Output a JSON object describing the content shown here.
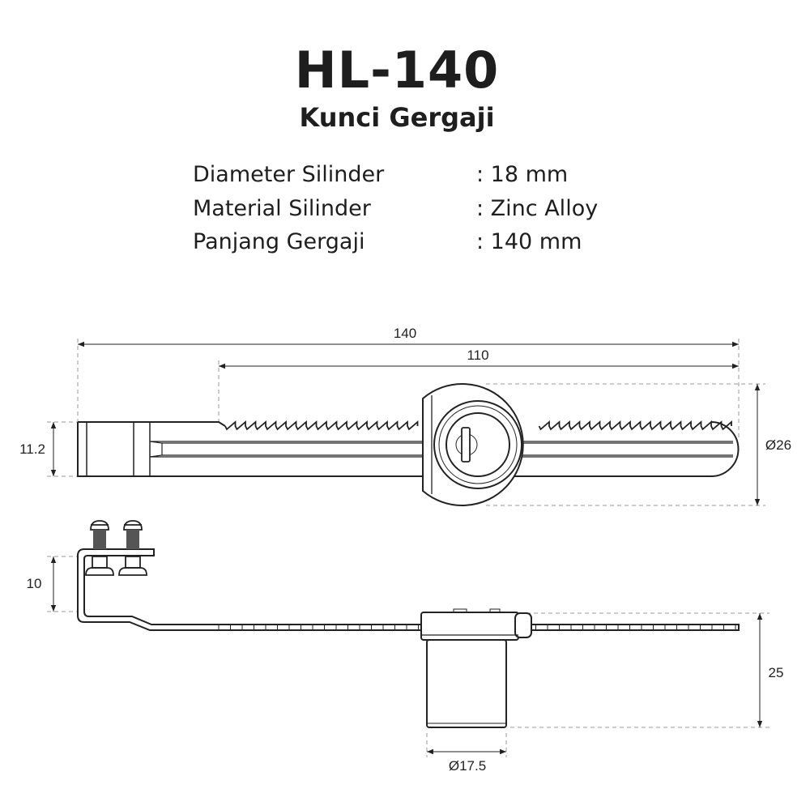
{
  "header": {
    "title": "HL-140",
    "subtitle": "Kunci Gergaji"
  },
  "specs": [
    {
      "label": "Diameter Silinder",
      "value": ": 18 mm"
    },
    {
      "label": "Material Silinder",
      "value": ": Zinc Alloy"
    },
    {
      "label": "Panjang Gergaji",
      "value": ": 140 mm"
    }
  ],
  "dimensions": {
    "total_length": "140",
    "saw_length": "110",
    "bar_height": "11.2",
    "lock_diameter": "Ø26",
    "bracket_height": "10",
    "cylinder_length": "25",
    "cylinder_diameter": "Ø17.5"
  }
}
